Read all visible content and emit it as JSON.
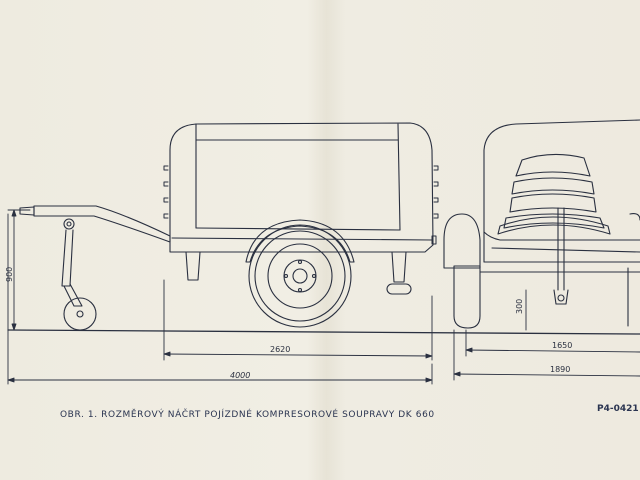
{
  "figure": {
    "caption": "Obr. 1. Rozměrový náčrt pojízdné kompresorové soupravy DK 660",
    "sheet_code": "P4-0421"
  },
  "dimensions": {
    "height_900": "900",
    "wheelbase_2620": "2620",
    "length_4000": "4000",
    "ground_clearance_300": "300",
    "track_1650": "1650",
    "width_1890": "1890"
  },
  "colors": {
    "paper": "#eeebe0",
    "ink": "#2a3040"
  }
}
